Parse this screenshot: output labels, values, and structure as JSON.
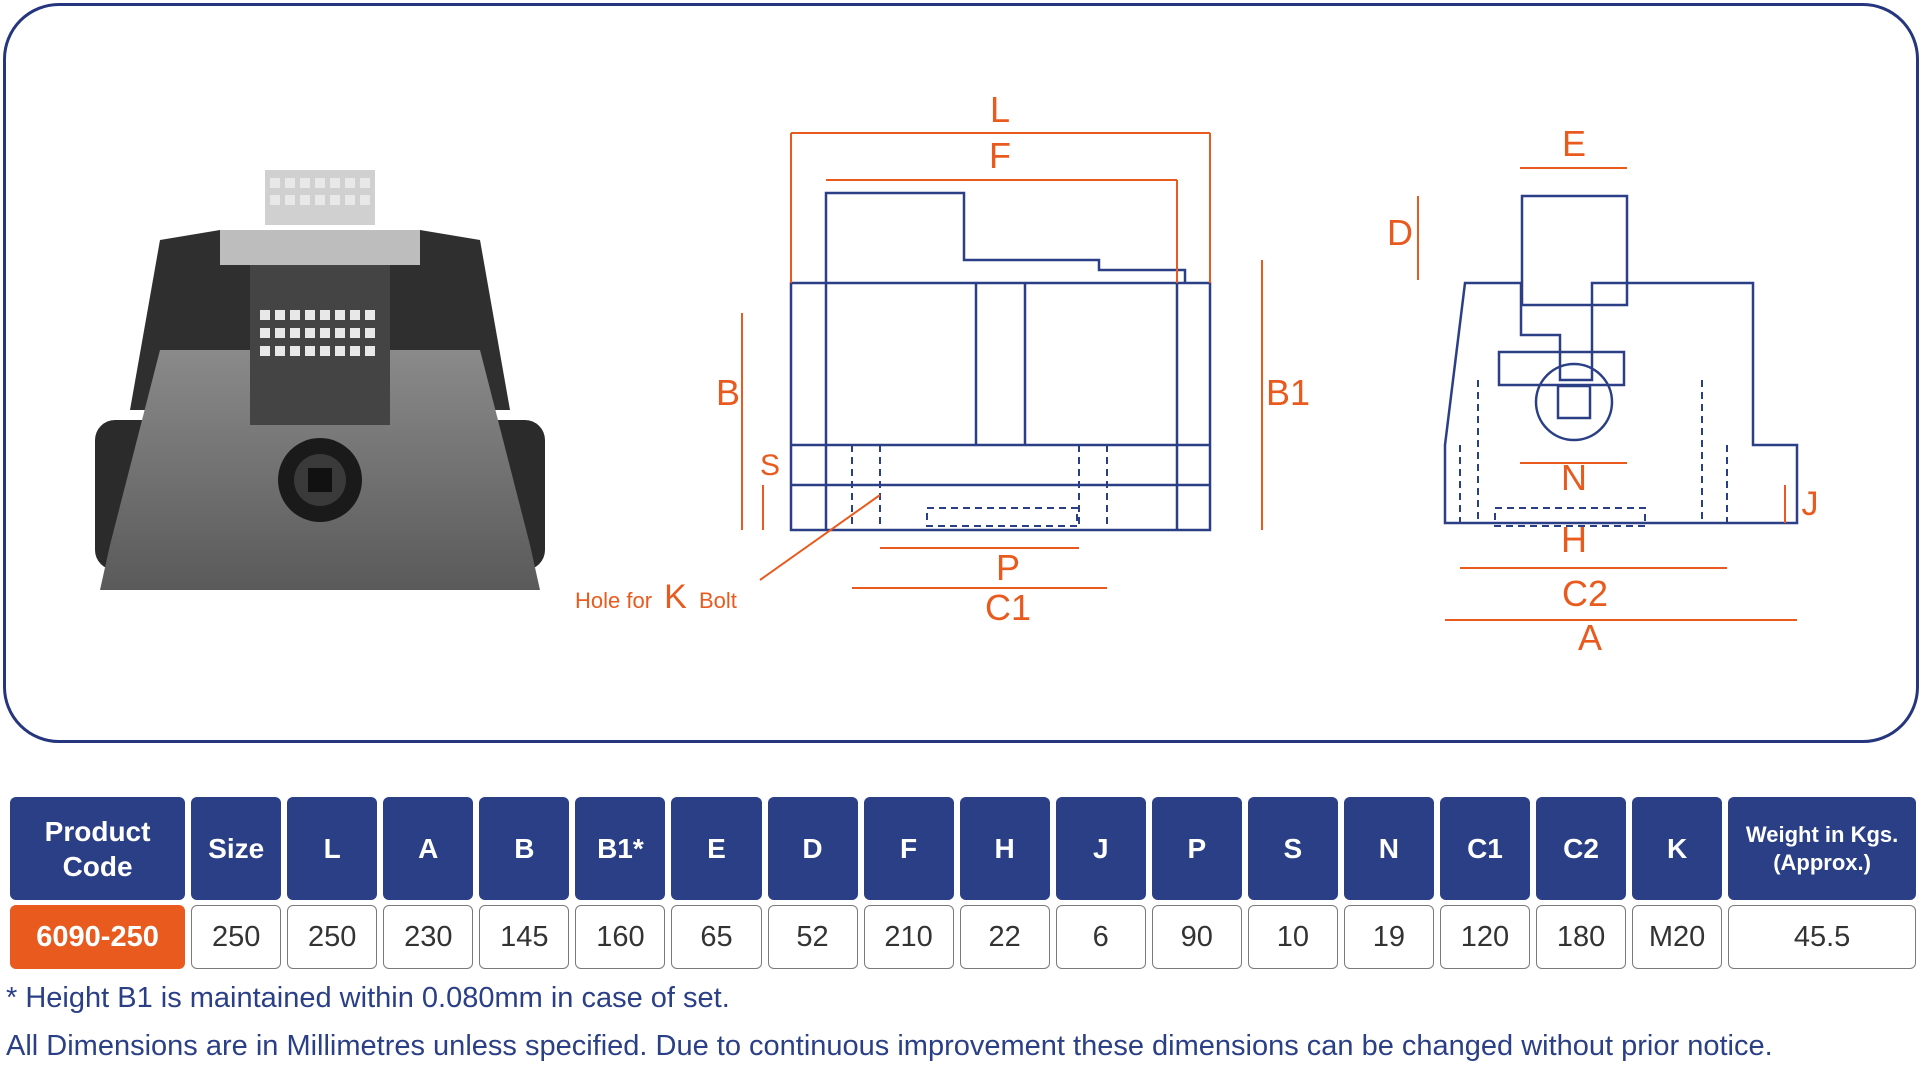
{
  "drawing": {
    "labels": {
      "L": "L",
      "F": "F",
      "B": "B",
      "B1": "B1",
      "S": "S",
      "P": "P",
      "C1": "C1",
      "E": "E",
      "D": "D",
      "N": "N",
      "H": "H",
      "J": "J",
      "C2": "C2",
      "A": "A"
    },
    "hole_label_prefix": "Hole for",
    "hole_label_k": "K",
    "hole_label_suffix": "Bolt"
  },
  "table": {
    "headers": [
      "Product Code",
      "Size",
      "L",
      "A",
      "B",
      "B1*",
      "E",
      "D",
      "F",
      "H",
      "J",
      "P",
      "S",
      "N",
      "C1",
      "C2",
      "K",
      "Weight in Kgs. (Approx.)"
    ],
    "rows": [
      [
        "6090-250",
        "250",
        "250",
        "230",
        "145",
        "160",
        "65",
        "52",
        "210",
        "22",
        "6",
        "90",
        "10",
        "19",
        "120",
        "180",
        "M20",
        "45.5"
      ]
    ]
  },
  "notes": {
    "line1": "*  Height B1 is maintained within 0.080mm in case of set.",
    "line2": "All Dimensions are in Millimetres unless specified. Due to continuous improvement these dimensions can be changed without prior notice."
  },
  "colors": {
    "navy": "#2a3f86",
    "orange": "#e85a1e",
    "frame": "#26367e"
  }
}
